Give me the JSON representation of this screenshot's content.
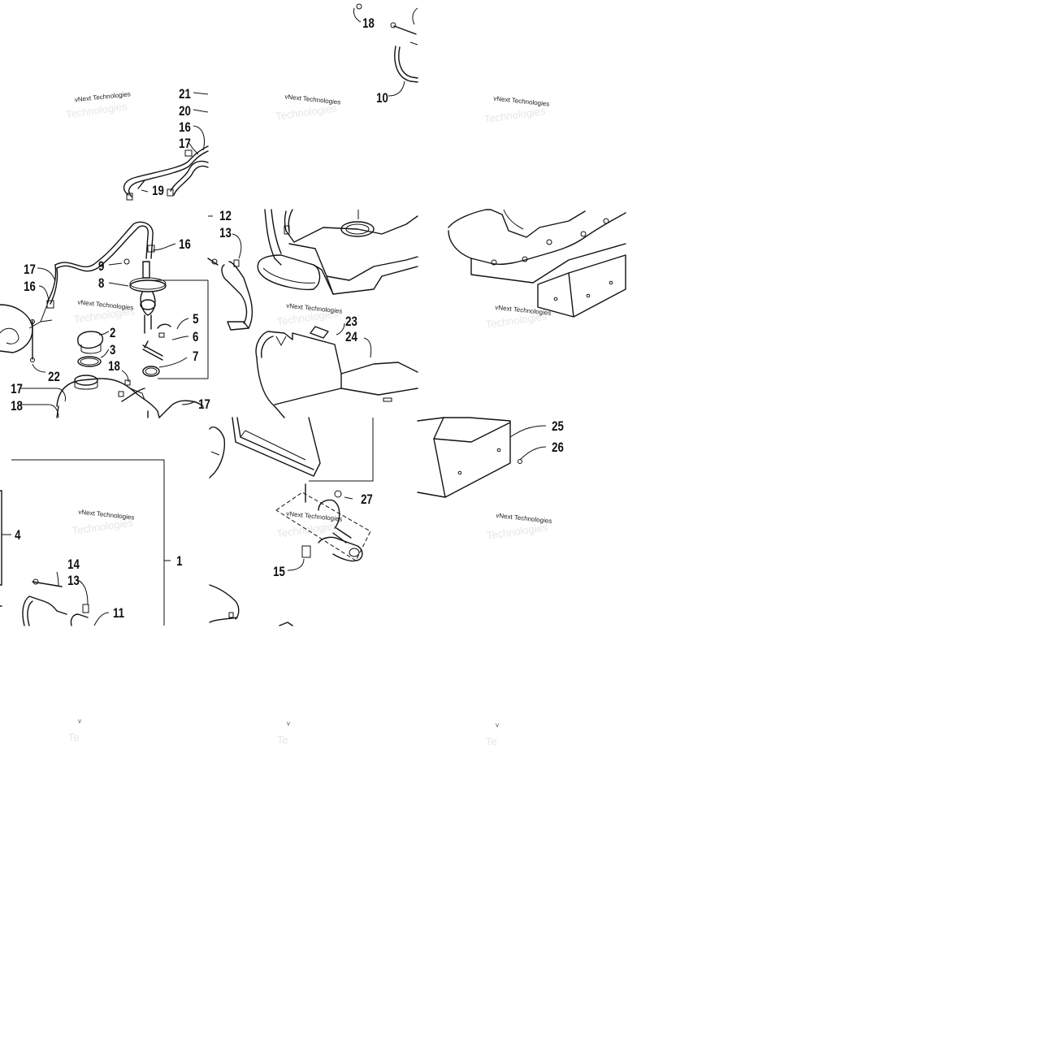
{
  "watermarks": {
    "brand": "vNext Technologies",
    "faint": "Technologies",
    "cut_v": "v",
    "cut_te": "Te"
  },
  "callouts": {
    "c18a": "18",
    "c10": "10",
    "c21": "21",
    "c20": "20",
    "c16a": "16",
    "c17a": "17",
    "c19": "19",
    "c16b": "16",
    "c17b": "17",
    "c9": "9",
    "c16c": "16",
    "c8": "8",
    "c5": "5",
    "c6": "6",
    "c2": "2",
    "c3": "3",
    "c7": "7",
    "c18b": "18",
    "c22": "22",
    "c17c": "17",
    "c17d": "17",
    "c18c": "18",
    "c12": "12",
    "c13a": "13",
    "c23": "23",
    "c24": "24",
    "c25": "25",
    "c26": "26",
    "c27": "27",
    "c15": "15",
    "c4": "4",
    "c1": "1",
    "c14": "14",
    "c13b": "13",
    "c11": "11"
  }
}
